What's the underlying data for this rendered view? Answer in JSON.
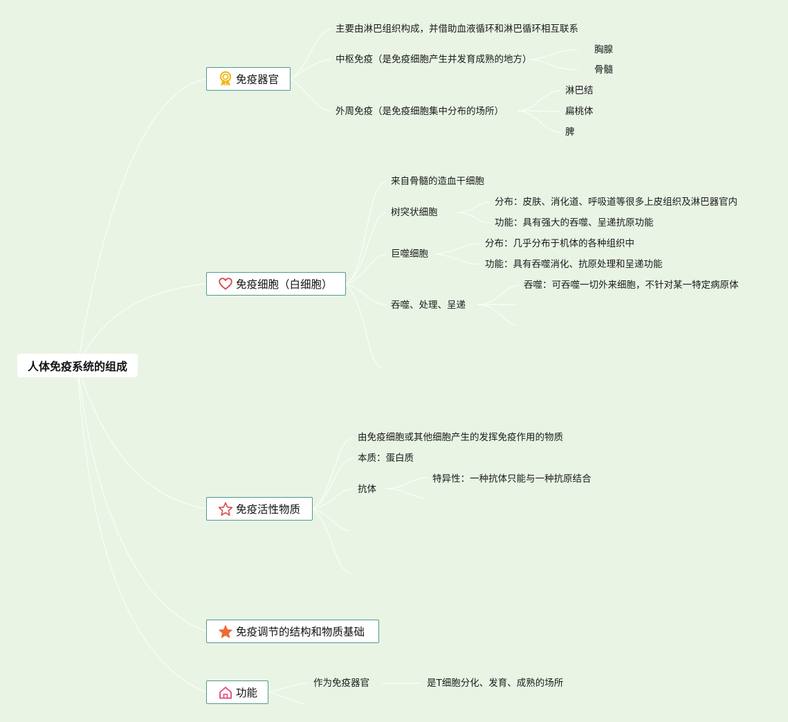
{
  "root": {
    "label": "人体免疫系统的组成"
  },
  "branches": [
    {
      "label": "免疫器官",
      "icon": "award-ribbon-icon",
      "items": [
        {
          "label": "主要由淋巴组织构成，并借助血液循环和淋巴循环相互联系"
        },
        {
          "label": "中枢免疫（是免疫细胞产生并发育成熟的地方）",
          "children": [
            "胸腺",
            "骨髓"
          ]
        },
        {
          "label": "外周免疫（是免疫细胞集中分布的场所）",
          "children": [
            "淋巴结",
            "扁桃体",
            "脾"
          ]
        }
      ]
    },
    {
      "label": "免疫细胞（白细胞）",
      "icon": "heart-icon",
      "items": [
        {
          "label": "来自骨髓的造血干细胞"
        },
        {
          "label": "树突状细胞",
          "children": [
            "分布：皮肤、消化道、呼吸道等很多上皮组织及淋巴器官内",
            "功能：具有强大的吞噬、呈递抗原功能"
          ]
        },
        {
          "label": "巨噬细胞",
          "children": [
            "分布：几乎分布于机体的各种组织中",
            "功能：具有吞噬消化、抗原处理和呈递功能"
          ]
        },
        {
          "label": "吞噬、处理、呈递",
          "children": [
            "吞噬：可吞噬一切外来细胞，不针对某一特定病原体"
          ]
        }
      ]
    },
    {
      "label": "免疫活性物质",
      "icon": "star-outline-icon",
      "items": [
        {
          "label": "由免疫细胞或其他细胞产生的发挥免疫作用的物质"
        },
        {
          "label": "本质：蛋白质"
        },
        {
          "label": "抗体",
          "children": [
            "特异性：一种抗体只能与一种抗原结合"
          ]
        }
      ]
    },
    {
      "label": "免疫调节的结构和物质基础",
      "icon": "star-filled-icon",
      "items": []
    },
    {
      "label": "功能",
      "icon": "home-icon",
      "items": [
        {
          "label": "作为免疫器官",
          "children": [
            "是T细胞分化、发育、成熟的场所"
          ]
        }
      ]
    }
  ],
  "colors": {
    "background": "#e9f4e5",
    "branch_border": "#4f9a8c",
    "link": "#f8fcf6",
    "icon_gold": "#f2b818",
    "icon_red": "#d8454a",
    "icon_orange": "#ef6a3a",
    "icon_pink": "#e0447a"
  }
}
